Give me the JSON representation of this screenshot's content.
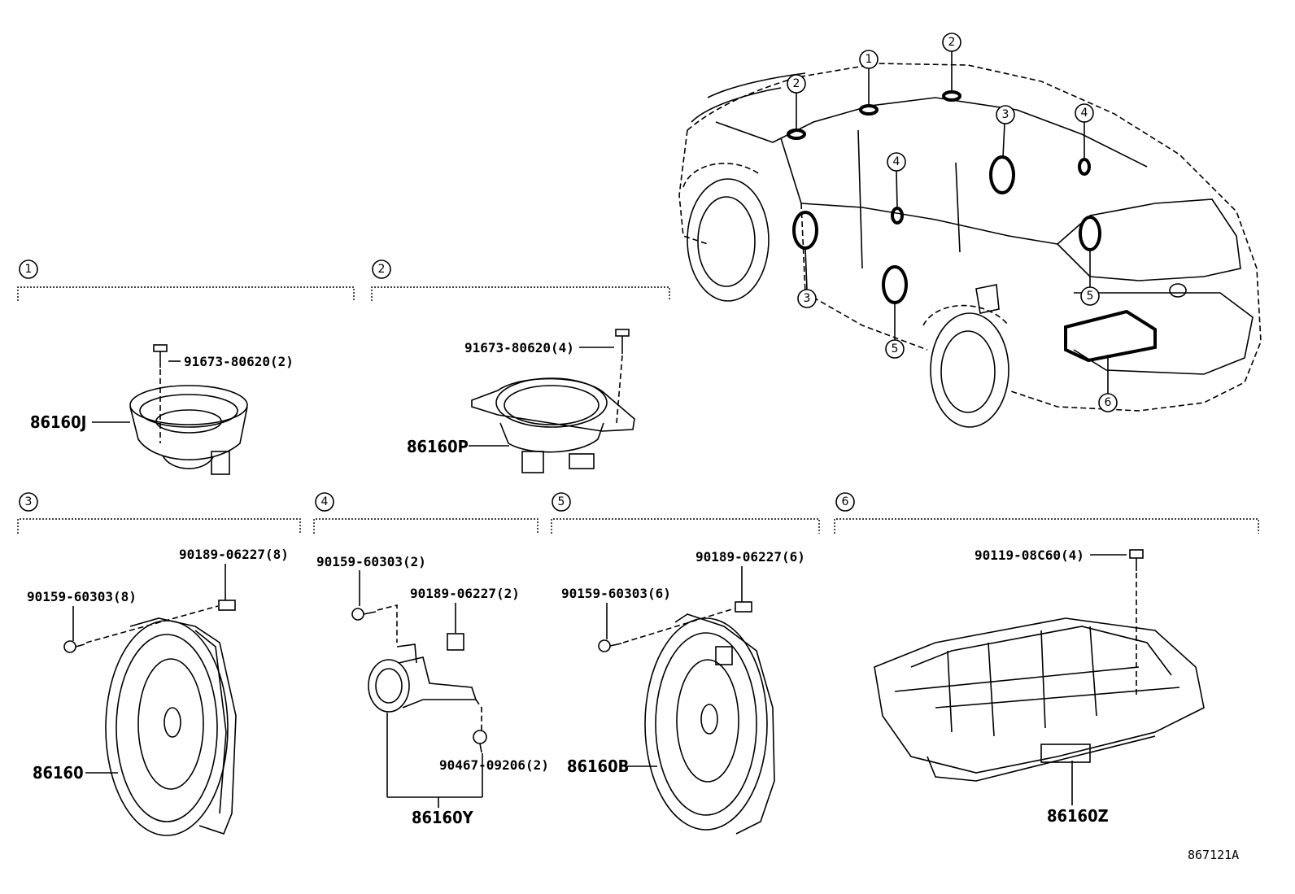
{
  "diagram_id": "867121A",
  "callouts": {
    "c1": "1",
    "c2": "2",
    "c3": "3",
    "c4": "4",
    "c5": "5",
    "c6": "6"
  },
  "parts": {
    "s1_bolt": "91673-80620(2)",
    "s1_speaker": "86160J",
    "s2_bolt": "91673-80620(4)",
    "s2_speaker": "86160P",
    "s3_nut": "90189-06227(8)",
    "s3_screw": "90159-60303(8)",
    "s3_speaker": "86160",
    "s4_screw": "90159-60303(2)",
    "s4_nut": "90189-06227(2)",
    "s4_clip": "90467-09206(2)",
    "s4_speaker": "86160Y",
    "s5_nut": "90189-06227(6)",
    "s5_screw": "90159-60303(6)",
    "s5_speaker": "86160B",
    "s6_bolt": "90119-08C60(4)",
    "s6_amp": "86160Z"
  }
}
